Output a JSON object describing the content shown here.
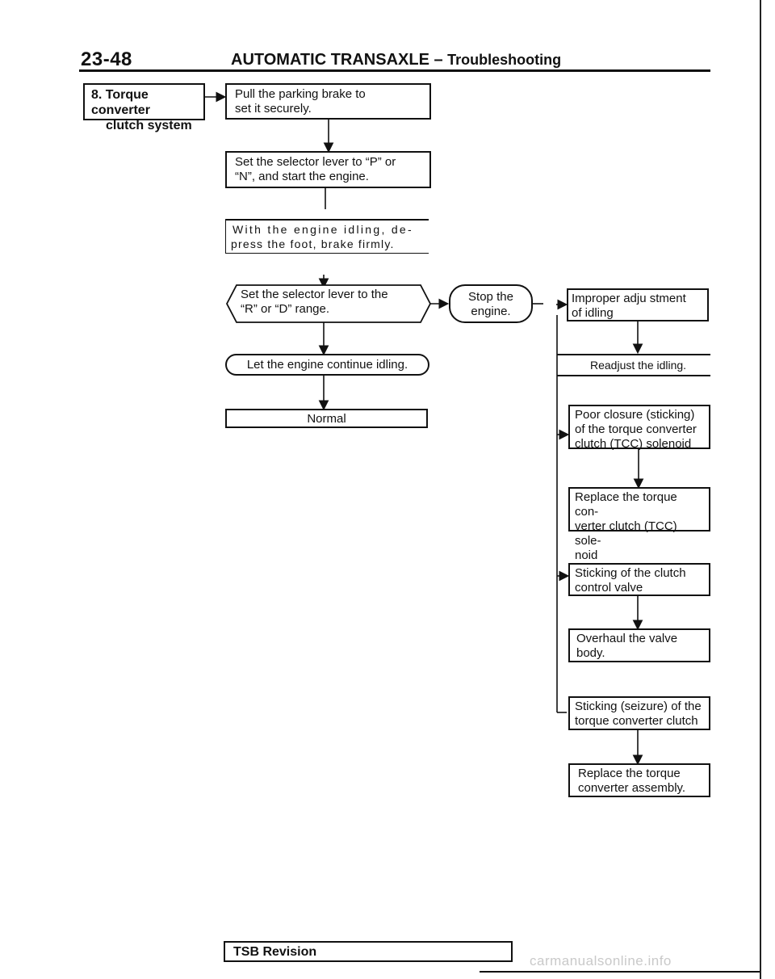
{
  "header": {
    "page_number": "23-48",
    "title_main": "AUTOMATIC TRANSAXLE",
    "title_dash": "–",
    "title_sub": "Troubleshooting"
  },
  "flow": {
    "system_label_line1": "8. Torque converter",
    "system_label_line2": "clutch system",
    "step1_line1": "Pull the parking brake to",
    "step1_line2": "set it securely.",
    "step2_line1": "Set the selector lever to “P” or",
    "step2_line2": "“N”, and start the engine.",
    "step3_line1": "With the engine idling, de-",
    "step3_line2": "press the foot, brake firmly.",
    "step4_line1": "Set the selector lever to the",
    "step4_line2": "“R” or “D” range.",
    "stop_line1": "Stop the",
    "stop_line2": "engine.",
    "step5": "Let the engine continue idling.",
    "normal": "Normal"
  },
  "causes": {
    "cause1_line1": "Improper adju stment",
    "cause1_line2": "of idling",
    "remedy1": "Readjust the idling.",
    "cause2_line1": "Poor closure (sticking)",
    "cause2_line2": "of the torque converter",
    "cause2_line3": "clutch (TCC) solenoid",
    "remedy2_line1": "Replace the torque con-",
    "remedy2_line2": "verter clutch (TCC) sole-",
    "remedy2_line3": "noid",
    "cause3_line1": "Sticking of the clutch",
    "cause3_line2": "control valve",
    "remedy3_line1": "Overhaul the valve",
    "remedy3_line2": "body.",
    "cause4_line1": "Sticking (seizure) of the",
    "cause4_line2": "torque converter clutch",
    "remedy4_line1": "Replace the torque",
    "remedy4_line2": "converter assembly."
  },
  "footer": {
    "tsb": "TSB Revision",
    "watermark": "carmanualsonline.info"
  }
}
